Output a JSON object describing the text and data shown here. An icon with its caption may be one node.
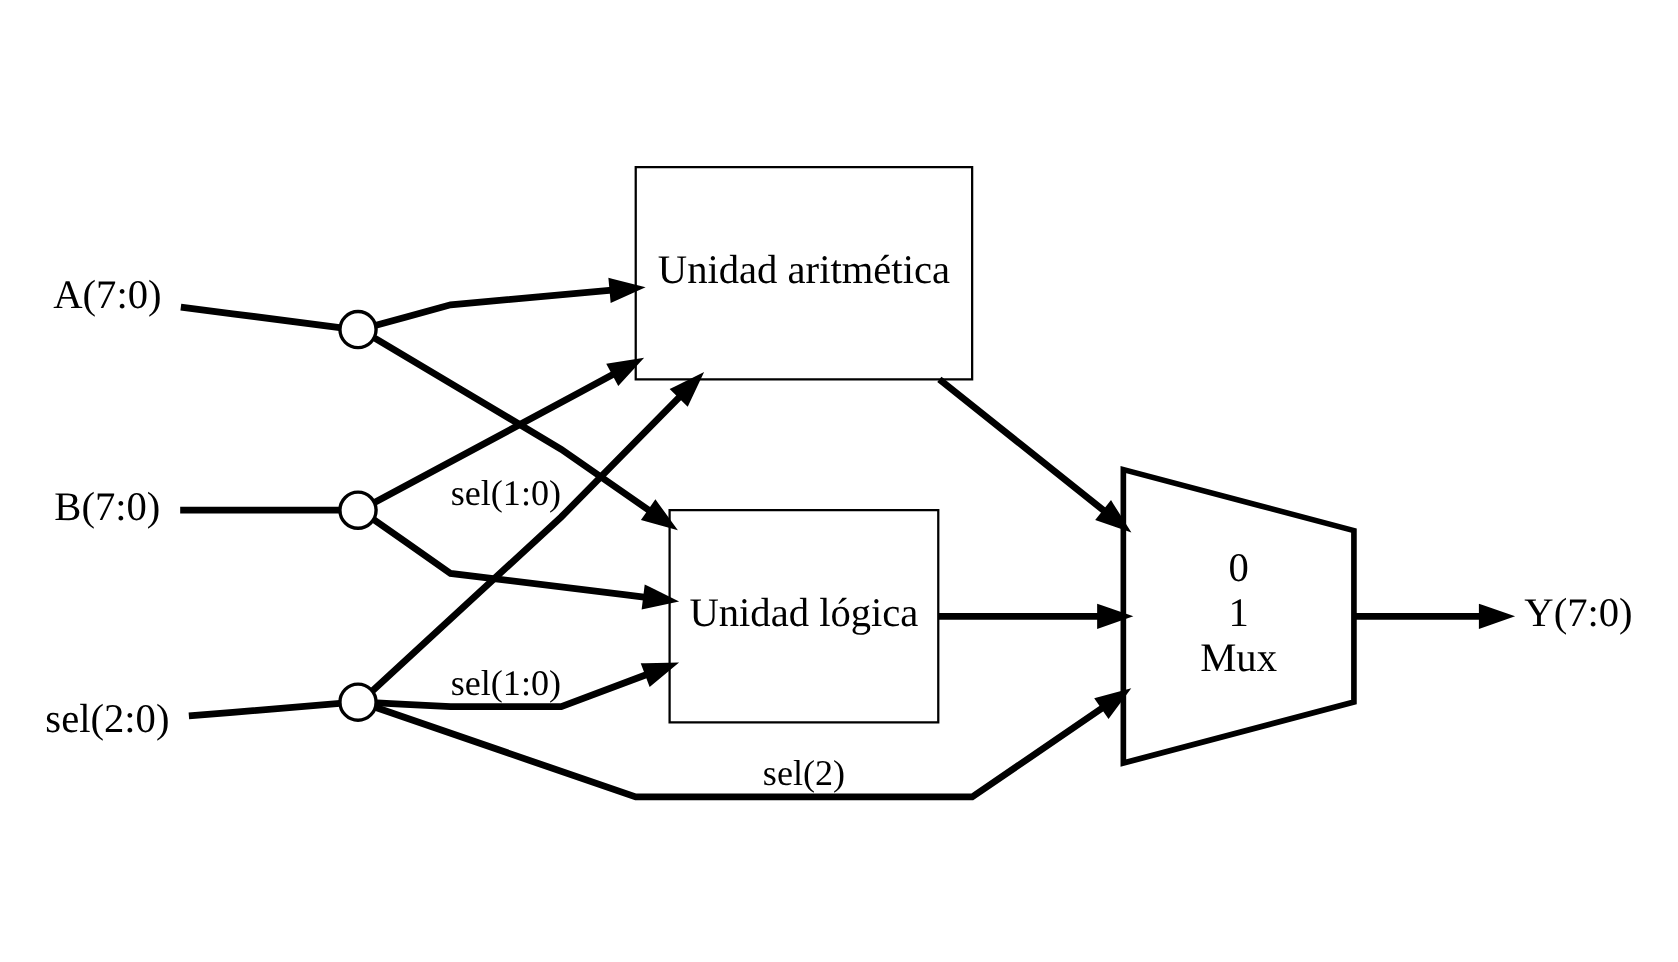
{
  "diagram": {
    "nodes": [
      {
        "text": [
          "A(7:0)"
        ]
      },
      {
        "text": [],
        "shape": "circle"
      },
      {
        "text": [
          "B(7:0)"
        ]
      },
      {
        "text": [],
        "shape": "circle"
      },
      {
        "text": [
          "Unidad aritmética"
        ]
      },
      {
        "text": [
          "Unidad lógica"
        ]
      },
      {
        "text": [
          "0",
          "1",
          "Mux"
        ]
      },
      {
        "text": [
          "Y(7:0)"
        ]
      },
      {
        "text": [
          "sel(2:0)"
        ]
      },
      {
        "text": [],
        "shape": "circle"
      }
    ],
    "edges": [
      {
        "from": 0,
        "to": 1,
        "arrow": "none"
      },
      {
        "from": 1,
        "to": 4,
        "arrow": "to"
      },
      {
        "from": 1,
        "to": 5,
        "arrow": "to"
      },
      {
        "from": 2,
        "to": 3,
        "arrow": "none"
      },
      {
        "from": 3,
        "to": 4,
        "arrow": "to"
      },
      {
        "from": 3,
        "to": 5,
        "arrow": "to"
      },
      {
        "from": 8,
        "to": 9,
        "arrow": "none"
      },
      {
        "from": 9,
        "to": 4,
        "arrow": "to",
        "label": "sel(1:0)"
      },
      {
        "from": 9,
        "to": 5,
        "arrow": "to",
        "label": "sel(1:0)"
      },
      {
        "from": 9,
        "to": 6,
        "arrow": "to",
        "label": "sel(2)"
      },
      {
        "from": 4,
        "to": 6,
        "arrow": "to"
      },
      {
        "from": 5,
        "to": 6,
        "arrow": "to"
      },
      {
        "from": 6,
        "to": 7,
        "arrow": "to"
      }
    ]
  }
}
